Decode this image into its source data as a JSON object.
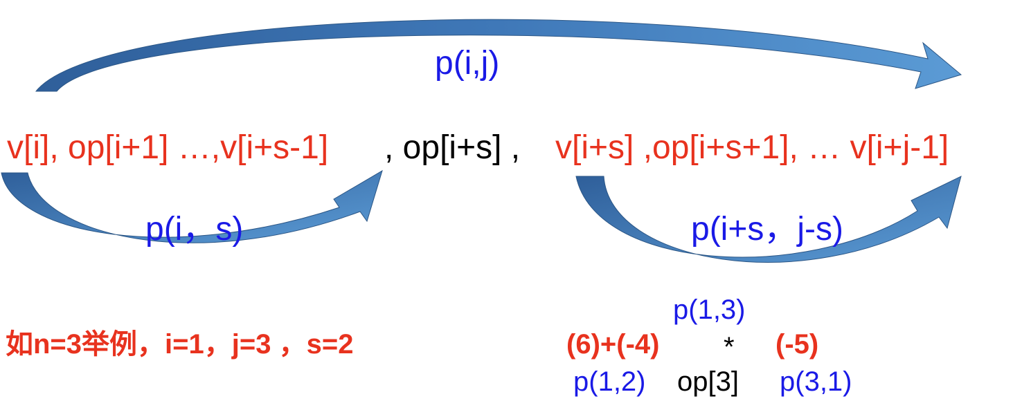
{
  "sequence": {
    "part1": "v[i], op[i+1] …,v[i+s-1]",
    "sep1": " , op[i+s] ,",
    "part2": "v[i+s] ,op[i+s+1], … v[i+j-1]"
  },
  "arcs": {
    "top_label": "p(i,j)",
    "left_label": "p(i，s)",
    "right_label": "p(i+s，j-s)"
  },
  "example": {
    "caption": "如n=3举例，i=1，j=3 ，s=2",
    "top": "p(1,3)",
    "left_value": "(6)+(-4)",
    "operator": "*",
    "right_value": "(-5)",
    "left_label": "p(1,2)",
    "op_label": "op[3]",
    "right_label": "p(3,1)"
  },
  "colors": {
    "red": "#e8321e",
    "blue": "#1a1ae6",
    "arrow_dark": "#2f5f9a",
    "arrow_light": "#5b9bd5"
  }
}
